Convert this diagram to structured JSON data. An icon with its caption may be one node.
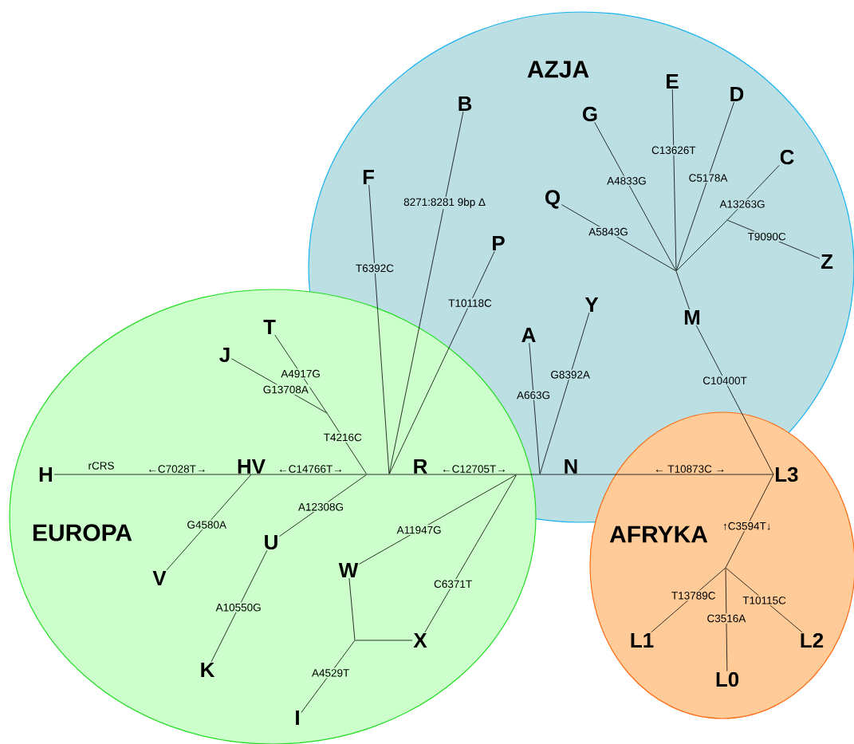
{
  "diagram": {
    "nodes": [
      {
        "text": [
          "AZJA"
        ]
      },
      {
        "text": [
          "B"
        ],
        "in": 0
      },
      {
        "text": [
          "E"
        ],
        "in": 0
      },
      {
        "text": [
          "D"
        ],
        "in": 0
      },
      {
        "text": [
          "G"
        ],
        "in": 0
      },
      {
        "text": [
          "C"
        ],
        "in": 0
      },
      {
        "text": [
          "F"
        ],
        "in": 0
      },
      {
        "text": [
          "Q"
        ],
        "in": 0
      },
      {
        "text": [
          "P"
        ],
        "in": 0
      },
      {
        "text": [
          "Z"
        ],
        "in": 0
      },
      {
        "text": [
          "M"
        ],
        "in": 0
      },
      {
        "text": [
          "Y"
        ],
        "in": 0
      },
      {
        "text": [
          "A"
        ],
        "in": 0
      },
      {
        "text": [
          "N"
        ],
        "in": 0
      },
      {
        "text": [],
        "shape": "point",
        "in": 0
      },
      {
        "text": [],
        "shape": "point",
        "in": 0
      },
      {
        "text": [],
        "shape": "point",
        "in": 0
      },
      {
        "text": [
          "EUROPA"
        ]
      },
      {
        "text": [
          "T"
        ],
        "in": 17
      },
      {
        "text": [
          "J"
        ],
        "in": 17
      },
      {
        "text": [],
        "shape": "point",
        "in": 17
      },
      {
        "text": [
          "H"
        ],
        "beside": [
          "rCRS"
        ],
        "in": 17
      },
      {
        "text": [
          "HV"
        ],
        "in": 17
      },
      {
        "text": [
          "R"
        ]
      },
      {
        "text": [],
        "shape": "point",
        "in": 17
      },
      {
        "text": [],
        "shape": "point",
        "in": 17
      },
      {
        "text": [],
        "shape": "point"
      },
      {
        "text": [
          "U"
        ],
        "in": 17
      },
      {
        "text": [
          "V"
        ],
        "in": 17
      },
      {
        "text": [
          "W"
        ],
        "in": 17
      },
      {
        "text": [
          "X"
        ],
        "in": 17
      },
      {
        "text": [
          "K"
        ],
        "in": 17
      },
      {
        "text": [],
        "shape": "point",
        "in": 17
      },
      {
        "text": [
          "I"
        ],
        "in": 17
      },
      {
        "text": [
          "AFRYKA"
        ]
      },
      {
        "text": [
          "L3"
        ],
        "in": 34
      },
      {
        "text": [],
        "shape": "point",
        "in": 34
      },
      {
        "text": [
          "L1"
        ],
        "in": 34
      },
      {
        "text": [
          "L0"
        ],
        "in": 34
      },
      {
        "text": [
          "L2"
        ],
        "in": 34
      }
    ],
    "edges": [
      {
        "from": 21,
        "to": 22,
        "arrow": "none",
        "label": "←C7028T→"
      },
      {
        "from": 22,
        "to": 24,
        "arrow": "none",
        "label": "←C14766T→"
      },
      {
        "from": 24,
        "to": 25,
        "arrow": "none"
      },
      {
        "from": 25,
        "to": 23,
        "arrow": "none"
      },
      {
        "from": 23,
        "to": 26,
        "arrow": "none",
        "label": "←C12705T→"
      },
      {
        "from": 26,
        "to": 16,
        "arrow": "none"
      },
      {
        "from": 16,
        "to": 13,
        "arrow": "none"
      },
      {
        "from": 13,
        "to": 35,
        "arrow": "none",
        "label": "← T10873C →"
      },
      {
        "from": 24,
        "to": 20,
        "arrow": "none",
        "label": "T4216C"
      },
      {
        "from": 20,
        "to": 19,
        "arrow": "none",
        "label": "G13708A"
      },
      {
        "from": 20,
        "to": 18,
        "arrow": "none",
        "label": "A4917G"
      },
      {
        "from": 24,
        "to": 27,
        "arrow": "none",
        "label": "A12308G"
      },
      {
        "from": 27,
        "to": 31,
        "arrow": "none",
        "label": "A10550G"
      },
      {
        "from": 22,
        "to": 28,
        "arrow": "none",
        "label": "G4580A"
      },
      {
        "from": 25,
        "to": 6,
        "arrow": "none",
        "label": "T6392C"
      },
      {
        "from": 25,
        "to": 1,
        "arrow": "none",
        "label": "8271:8281 9bp Δ"
      },
      {
        "from": 25,
        "to": 8,
        "arrow": "none",
        "label": "T10118C"
      },
      {
        "from": 26,
        "to": 29,
        "arrow": "none",
        "label": "A11947G"
      },
      {
        "from": 26,
        "to": 30,
        "arrow": "none",
        "label": "C6371T"
      },
      {
        "from": 29,
        "to": 32,
        "arrow": "none"
      },
      {
        "from": 30,
        "to": 32,
        "arrow": "none"
      },
      {
        "from": 32,
        "to": 33,
        "arrow": "none",
        "label": "A4529T"
      },
      {
        "from": 16,
        "to": 12,
        "arrow": "none",
        "label": "A663G"
      },
      {
        "from": 16,
        "to": 11,
        "arrow": "none",
        "label": "G8392A"
      },
      {
        "from": 35,
        "to": 10,
        "arrow": "none",
        "label": "C10400T"
      },
      {
        "from": 10,
        "to": 14,
        "arrow": "none"
      },
      {
        "from": 14,
        "to": 4,
        "arrow": "none",
        "label": "A4833G"
      },
      {
        "from": 14,
        "to": 2,
        "arrow": "none",
        "label": "C13626T"
      },
      {
        "from": 14,
        "to": 3,
        "arrow": "none",
        "label": "C5178A"
      },
      {
        "from": 14,
        "to": 7,
        "arrow": "none",
        "label": "A5843G"
      },
      {
        "from": 14,
        "to": 15,
        "arrow": "none"
      },
      {
        "from": 15,
        "to": 5,
        "arrow": "none",
        "label": "A13263G"
      },
      {
        "from": 15,
        "to": 9,
        "arrow": "none",
        "label": "T9090C"
      },
      {
        "from": 35,
        "to": 36,
        "arrow": "none",
        "label": "↑C3594T↓"
      },
      {
        "from": 36,
        "to": 37,
        "arrow": "none",
        "label": "T13789C"
      },
      {
        "from": 36,
        "to": 38,
        "arrow": "none",
        "label": "C3516A"
      },
      {
        "from": 36,
        "to": 39,
        "arrow": "none",
        "label": "T10115C"
      }
    ]
  }
}
